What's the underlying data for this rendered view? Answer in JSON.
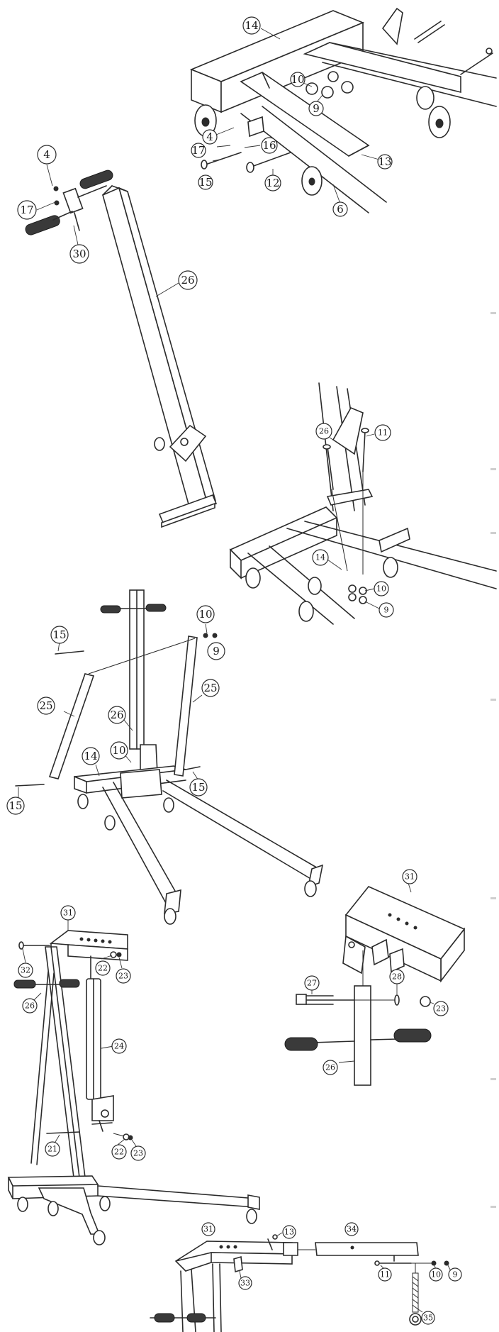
{
  "callouts": {
    "s1": [
      "14",
      "10",
      "9",
      "4",
      "17",
      "16",
      "15",
      "12",
      "13",
      "6"
    ],
    "s2": [
      "4",
      "17",
      "30",
      "26"
    ],
    "s3": [
      "26",
      "11",
      "14",
      "10",
      "9"
    ],
    "s4": [
      "10",
      "9",
      "15",
      "25",
      "26",
      "25",
      "10",
      "14",
      "15",
      "15"
    ],
    "s5": [
      "31",
      "27",
      "28",
      "23",
      "26"
    ],
    "s6": [
      "31",
      "32",
      "22",
      "23",
      "26",
      "24",
      "21",
      "22",
      "23"
    ],
    "s7": [
      "31",
      "13",
      "34",
      "33",
      "11",
      "10",
      "9",
      "35"
    ]
  },
  "colors": {
    "line": "#2b2b2b",
    "grip": "#3a3a3a",
    "background": "#ffffff"
  }
}
